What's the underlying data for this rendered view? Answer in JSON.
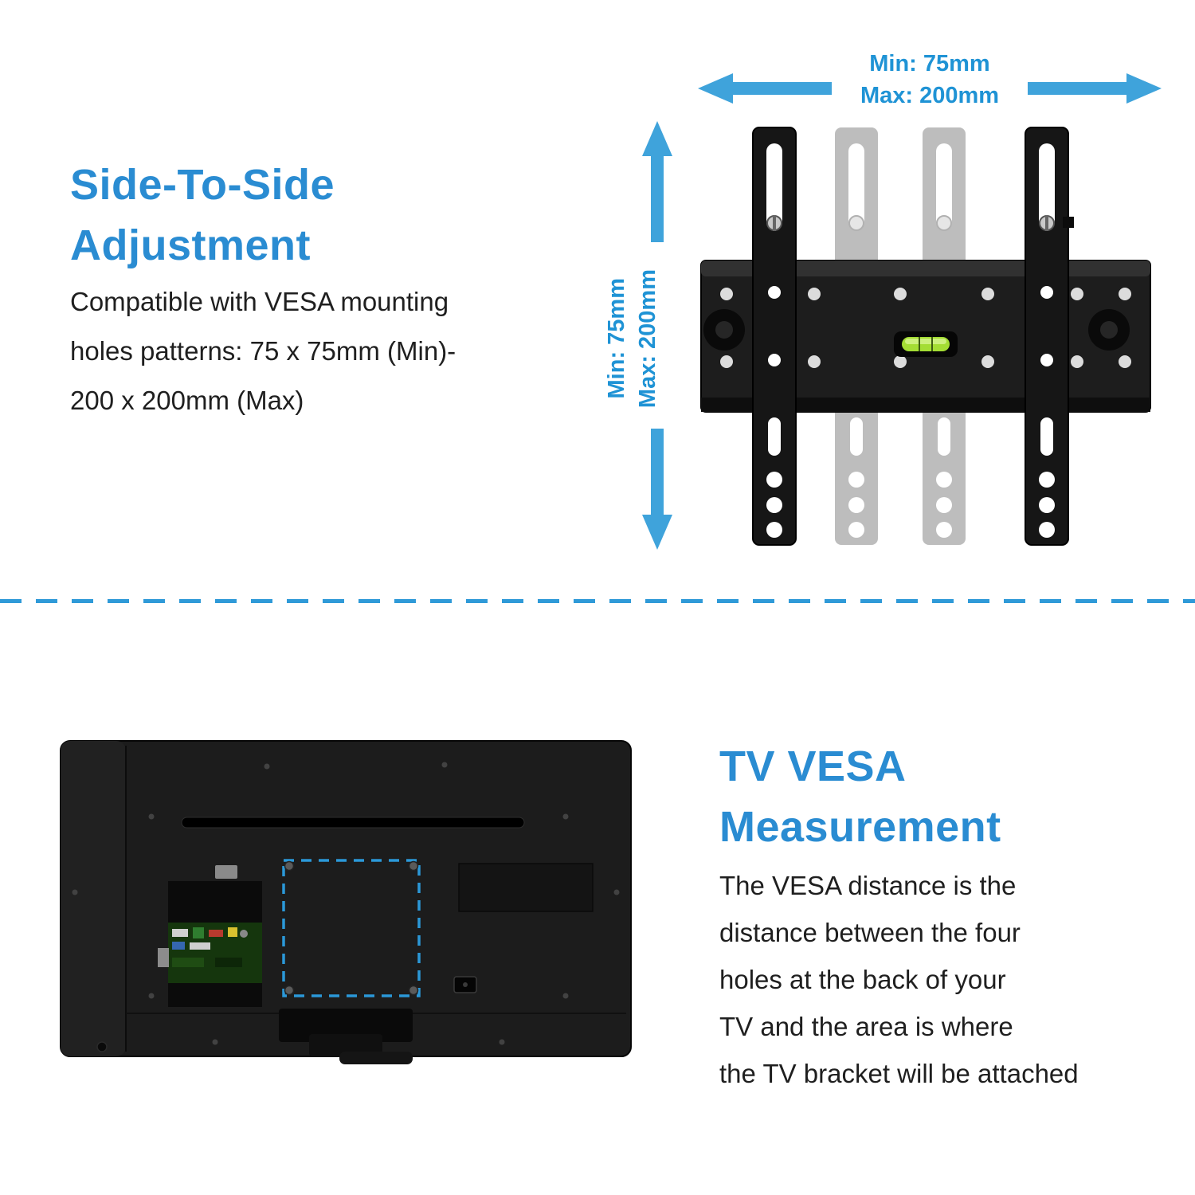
{
  "colors": {
    "heading_blue": "#2a8cd2",
    "arrow_blue": "#3fa3db",
    "label_blue": "#1f93d5",
    "divider_blue": "#2f9ad8",
    "body_text": "#1f1f1f",
    "bracket_black": "#1a1a1a",
    "level_green": "#a4dd34",
    "vesa_square_blue": "#2b98d8"
  },
  "top_section": {
    "heading": {
      "line1": "Side-To-Side",
      "line2": "Adjustment"
    },
    "body_lines": [
      "Compatible with VESA mounting",
      "holes patterns: 75 x 75mm (Min)-",
      "200 x 200mm (Max)"
    ],
    "width_labels": {
      "min": "Min: 75mm",
      "max": "Max: 200mm"
    },
    "height_labels": {
      "min": "Min: 75mm",
      "max": "Max: 200mm"
    }
  },
  "bottom_section": {
    "heading": {
      "line1": "TV VESA",
      "line2": "Measurement"
    },
    "body_lines": [
      "The VESA distance is the",
      "distance between the four",
      "holes at the back of your",
      "TV and the area is where",
      "the TV bracket will be attached"
    ]
  }
}
